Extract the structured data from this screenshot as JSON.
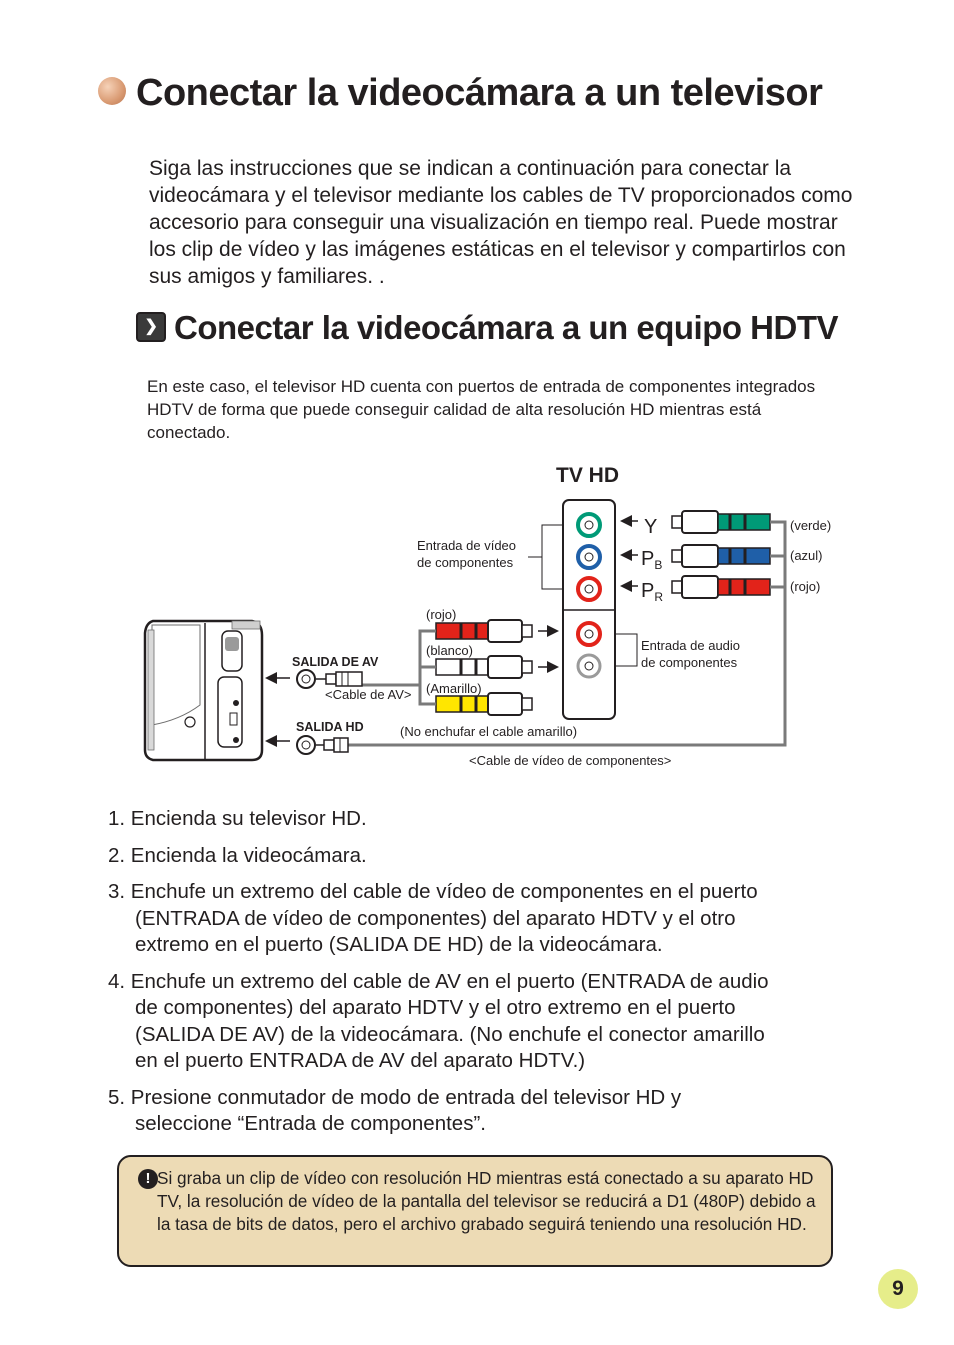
{
  "title": "Conectar la videocámara a un televisor",
  "intro": "Siga las instrucciones que se indican a continuación para conectar la videocámara y el televisor mediante los cables de TV proporcionados como accesorio para conseguir una visualización en tiempo real. Puede mostrar los clip de vídeo y las imágenes estáticas en el televisor y compartirlos con sus amigos y familiares.    .",
  "subtitle": "Conectar la videocámara a un equipo HDTV",
  "subtitle_paragraph": "En este caso, el televisor HD cuenta con puertos de entrada de componentes integrados HDTV de forma que puede conseguir calidad de alta resolución HD mientras está conectado.",
  "diagram": {
    "tv_label": "TV HD",
    "component_video_in": [
      "Entrada de vídeo",
      "de componentes"
    ],
    "component_audio_in": [
      "Entrada de audio",
      "de componentes"
    ],
    "port_y": "Y",
    "port_pb_main": "P",
    "port_pb_sub": "B",
    "port_pr_main": "P",
    "port_pr_sub": "R",
    "cable_green": "(verde)",
    "cable_blue": "(azul)",
    "cable_red": "(rojo)",
    "av_red": "(rojo)",
    "av_white": "(blanco)",
    "av_yellow": "(Amarillo)",
    "av_out": "SALIDA DE AV",
    "av_cable": "<Cable de AV>",
    "hd_out": "SALIDA HD",
    "no_yellow": "(No enchufar el cable amarillo)",
    "component_cable": "<Cable de vídeo de componentes>",
    "colors": {
      "green": "#009a77",
      "blue": "#1f5fa8",
      "red": "#e2231a",
      "yellow": "#ffe600",
      "gray": "#7a7a7a"
    }
  },
  "steps": [
    {
      "num": "1.",
      "lines": [
        "Encienda su televisor HD."
      ]
    },
    {
      "num": "2.",
      "lines": [
        "Encienda la videocámara."
      ]
    },
    {
      "num": "3.",
      "lines": [
        "Enchufe un extremo del cable de vídeo de componentes en el puerto",
        "(ENTRADA de vídeo de componentes) del aparato HDTV y el otro",
        "extremo en el puerto (SALIDA DE HD) de la videocámara."
      ]
    },
    {
      "num": "4.",
      "lines": [
        "Enchufe un extremo del cable de AV en el puerto (ENTRADA de audio",
        "de componentes) del aparato HDTV y el otro extremo en el puerto",
        "(SALIDA DE AV) de la videocámara. (No enchufe el conector amarillo",
        "en el puerto ENTRADA de AV del aparato HDTV.)"
      ]
    },
    {
      "num": "5.",
      "lines": [
        "Presione conmutador de modo de entrada del televisor HD y",
        "seleccione “Entrada de componentes”."
      ]
    }
  ],
  "note": {
    "icon": "!",
    "text": "Si graba un clip de vídeo con resolución HD mientras está conectado a su aparato HD TV, la resolución de vídeo de la pantalla del televisor se reducirá a D1 (480P) debido a la tasa de bits de datos, pero el archivo grabado seguirá teniendo una resolución HD."
  },
  "page_number": "9"
}
